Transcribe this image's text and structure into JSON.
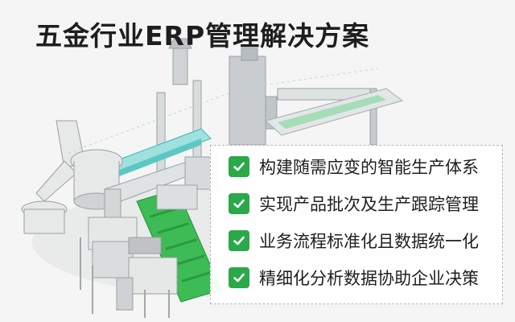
{
  "title": "五金行业ERP管理解决方案",
  "colors": {
    "check_bg": "#2aa84a",
    "accent_teal": "#3fc1c1",
    "accent_green": "#34b24b"
  },
  "illustration": {
    "description_icon": "factory-production-line-illustration"
  },
  "features": [
    {
      "icon": "check-icon",
      "label": "构建随需应变的智能生产体系"
    },
    {
      "icon": "check-icon",
      "label": "实现产品批次及生产跟踪管理"
    },
    {
      "icon": "check-icon",
      "label": "业务流程标准化且数据统一化"
    },
    {
      "icon": "check-icon",
      "label": "精细化分析数据协助企业决策"
    }
  ]
}
